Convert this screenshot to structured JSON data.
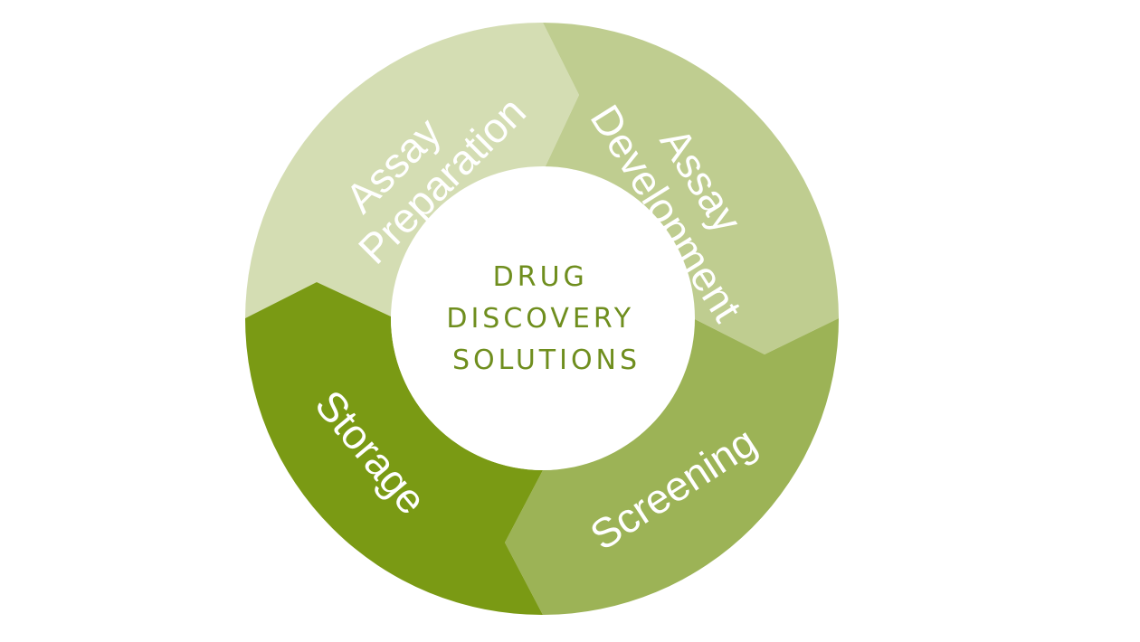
{
  "center": {
    "lines": [
      "DRUG",
      "DISCOVERY",
      "SOLUTIONS"
    ],
    "color": "#6f8e1e"
  },
  "segments": [
    {
      "id": "assay-preparation",
      "lines": [
        "Assay",
        "Preparation"
      ],
      "color": "#d4ddb3"
    },
    {
      "id": "assay-development",
      "lines": [
        "Assay",
        "Development"
      ],
      "color": "#bfcd90"
    },
    {
      "id": "screening",
      "lines": [
        "Screening"
      ],
      "color": "#9cb356"
    },
    {
      "id": "storage",
      "lines": [
        "Storage"
      ],
      "color": "#7a9a14"
    }
  ]
}
